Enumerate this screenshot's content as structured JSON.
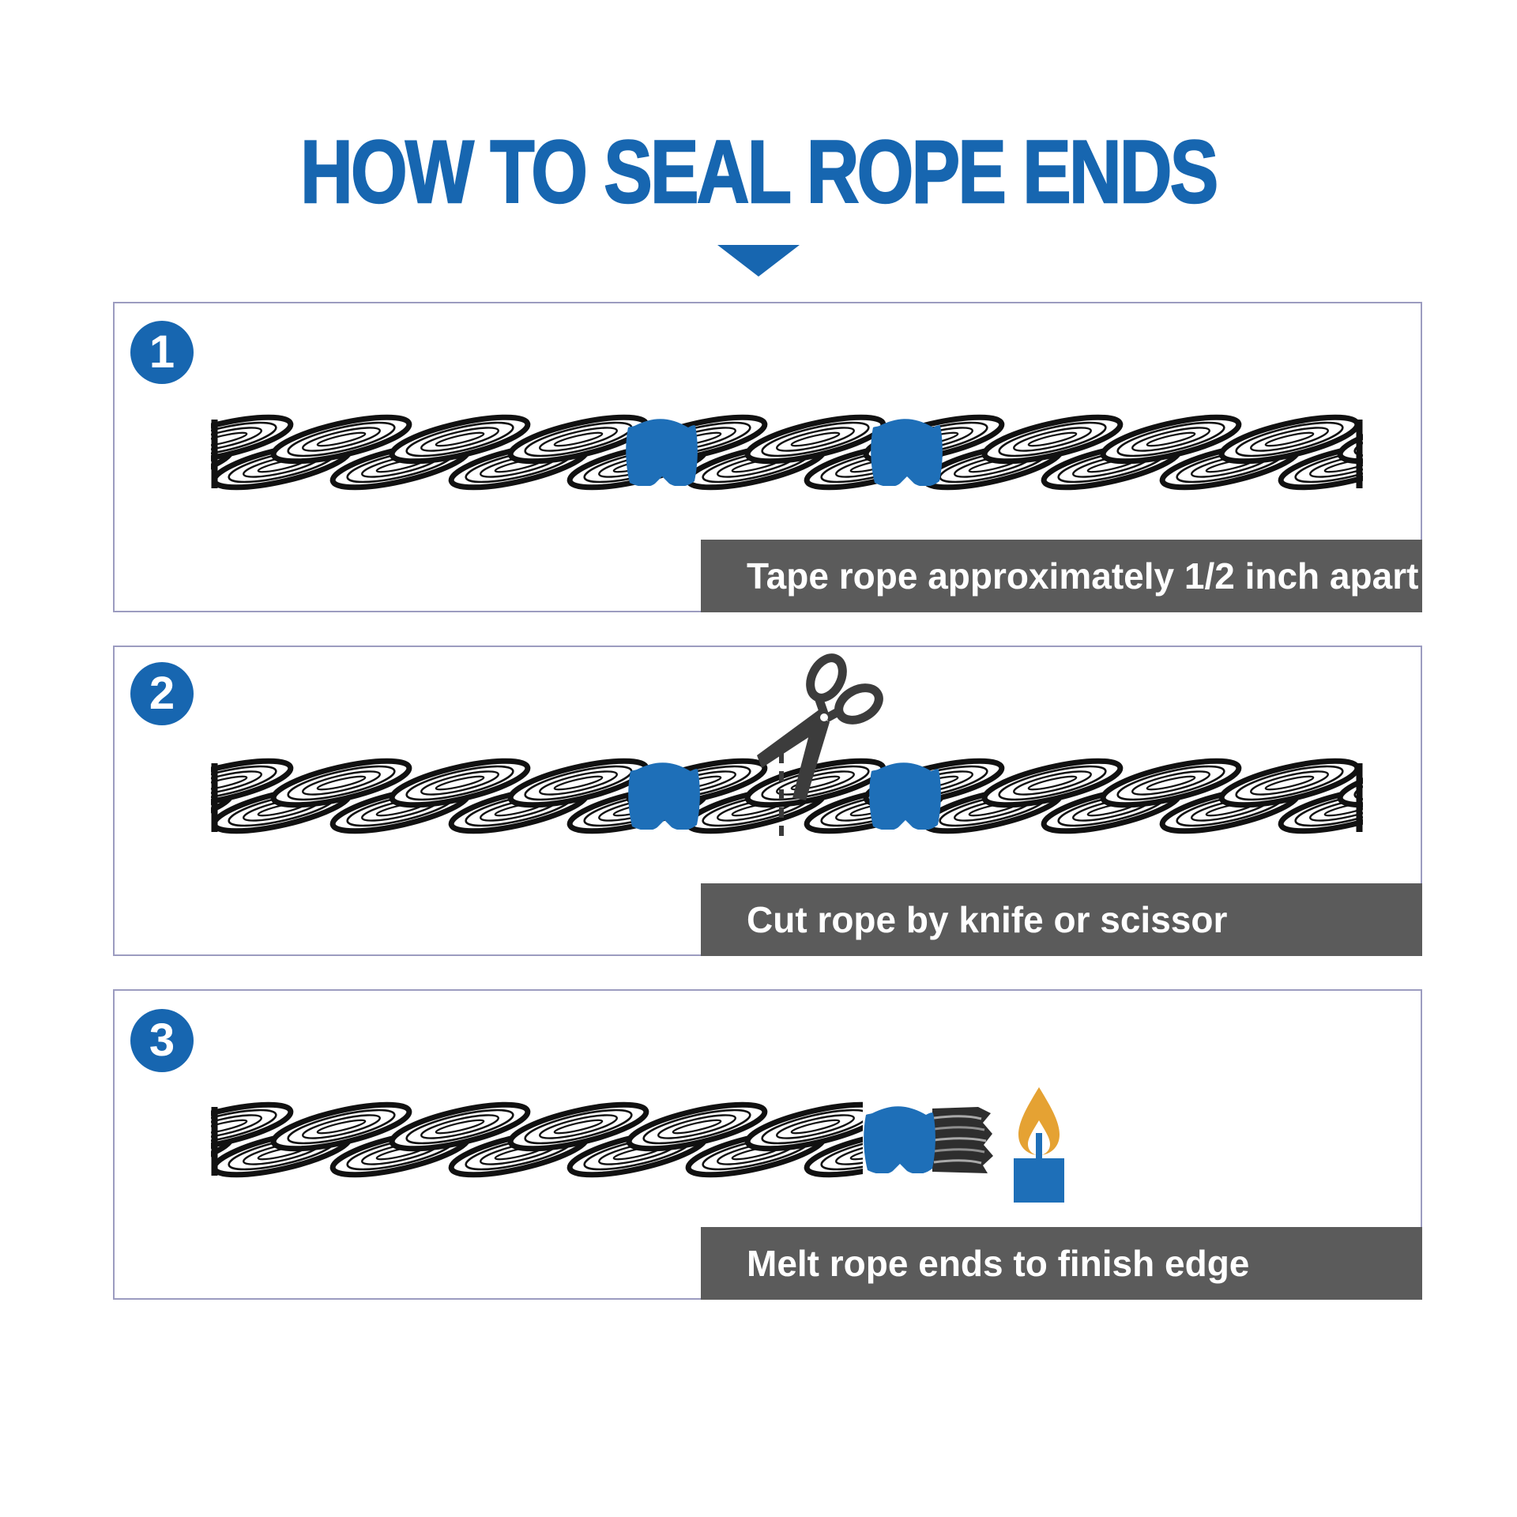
{
  "title": "HOW TO SEAL ROPE ENDS",
  "steps": [
    {
      "number": "1",
      "caption": "Tape rope approximately 1/2 inch apart"
    },
    {
      "number": "2",
      "caption": "Cut rope by knife or scissor"
    },
    {
      "number": "3",
      "caption": "Melt rope ends to finish edge"
    }
  ],
  "icons": {
    "pointer": "down-triangle-icon",
    "scissors": "scissors-icon",
    "cut_line": "dashed-cut-line",
    "tape": "tape-band",
    "candle": "candle-flame-icon",
    "rope": "twisted-rope-graphic"
  },
  "colors": {
    "accent_blue": "#1766B0",
    "tape_blue": "#1E6FB8",
    "caption_bar_gray": "#5B5B5B",
    "caption_text": "#FFFFFF",
    "scissors_gray": "#3C3C3C",
    "flame_orange": "#E5A233",
    "panel_border": "#9C9CC0",
    "rope_stroke": "#111111"
  }
}
